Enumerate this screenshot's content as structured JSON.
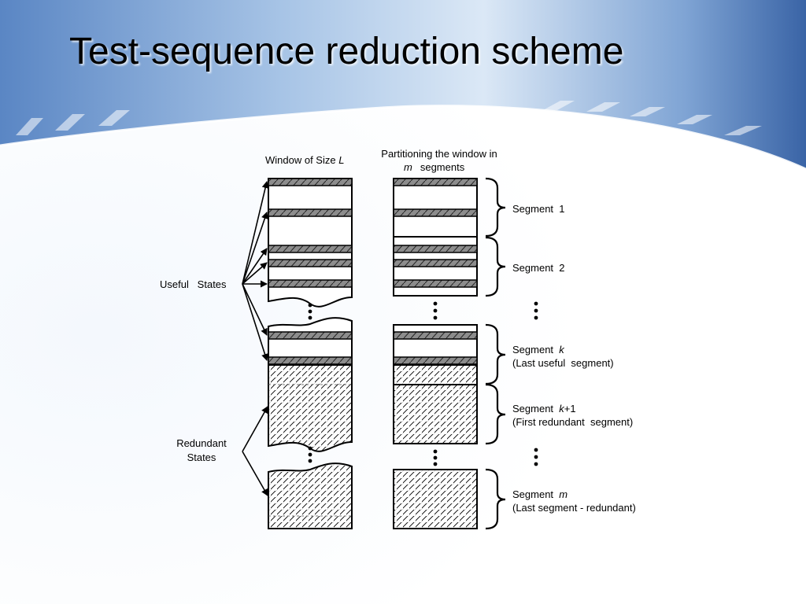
{
  "slide": {
    "title": "Test-sequence reduction scheme"
  },
  "diagram": {
    "window_heading": {
      "prefix": "Window of Size ",
      "var": "L"
    },
    "partition_heading": {
      "line1": "Partitioning the window in",
      "line2_var": "m",
      "line2_rest": "segments"
    },
    "useful_label": "Useful   States",
    "redundant_label": {
      "line1": "Redundant",
      "line2": "States"
    },
    "segments": [
      {
        "name": "Segment  1",
        "var": "",
        "note": ""
      },
      {
        "name": "Segment  2",
        "var": "",
        "note": ""
      },
      {
        "name": "Segment  ",
        "var": "k",
        "suffix": "",
        "note": "(Last useful  segment)"
      },
      {
        "name": "Segment  ",
        "var": "k",
        "suffix": "+1",
        "note": "(First redundant  segment)"
      },
      {
        "name": "Segment  ",
        "var": "m",
        "suffix": "",
        "note": "(Last segment - redundant)"
      }
    ]
  },
  "colors": {
    "useful_band": "#8c8c8c",
    "hatch": "#000000",
    "sky_dark": "#3a64a6",
    "sky_light": "#c9dcf1"
  }
}
